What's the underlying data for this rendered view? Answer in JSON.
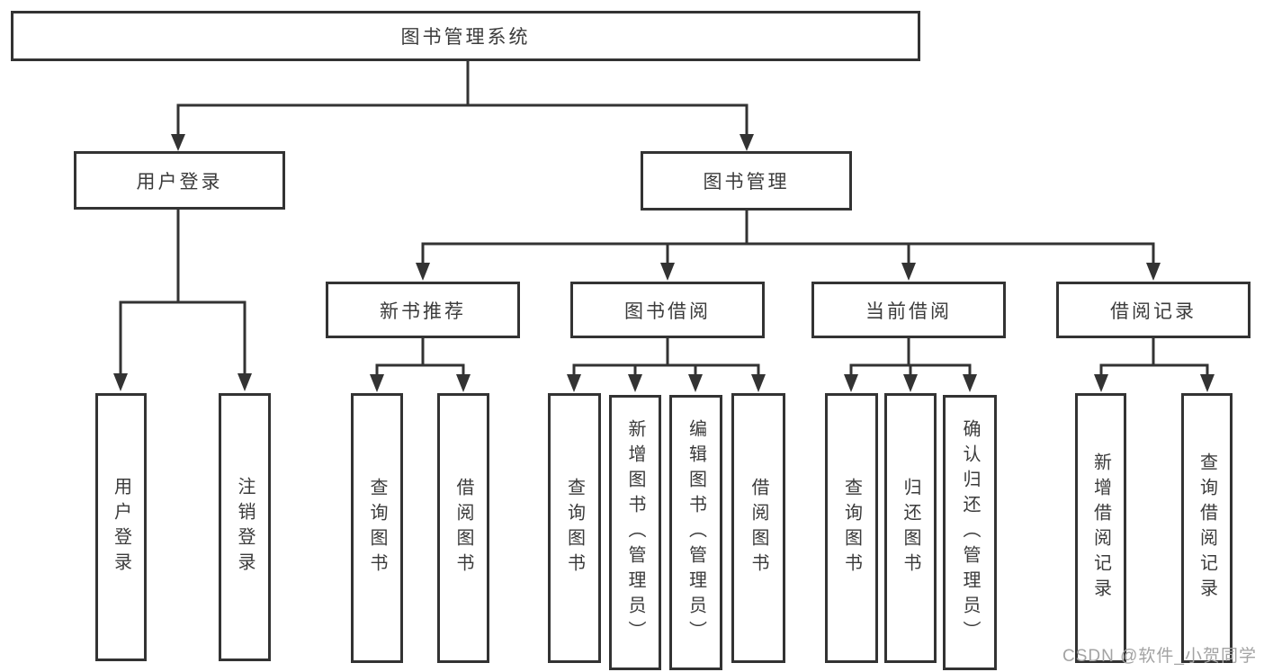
{
  "tree": {
    "label": "图书管理系统",
    "children": [
      {
        "label": "用户登录",
        "children": [
          {
            "label": "用户登录"
          },
          {
            "label": "注销登录"
          }
        ]
      },
      {
        "label": "图书管理",
        "children": [
          {
            "label": "新书推荐",
            "children": [
              {
                "label": "查询图书"
              },
              {
                "label": "借阅图书"
              }
            ]
          },
          {
            "label": "图书借阅",
            "children": [
              {
                "label": "查询图书"
              },
              {
                "label": "新增图书（管理员）"
              },
              {
                "label": "编辑图书（管理员）"
              },
              {
                "label": "借阅图书"
              }
            ]
          },
          {
            "label": "当前借阅",
            "children": [
              {
                "label": "查询图书"
              },
              {
                "label": "归还图书"
              },
              {
                "label": "确认归还（管理员）"
              }
            ]
          },
          {
            "label": "借阅记录",
            "children": [
              {
                "label": "新增借阅记录"
              },
              {
                "label": "查询借阅记录"
              }
            ]
          }
        ]
      }
    ]
  },
  "watermark": "CSDN @软件_小贺同学",
  "colors": {
    "line": "#333333",
    "text": "#3b3b3b",
    "watermark": "#a3a3a3",
    "background": "#ffffff"
  }
}
